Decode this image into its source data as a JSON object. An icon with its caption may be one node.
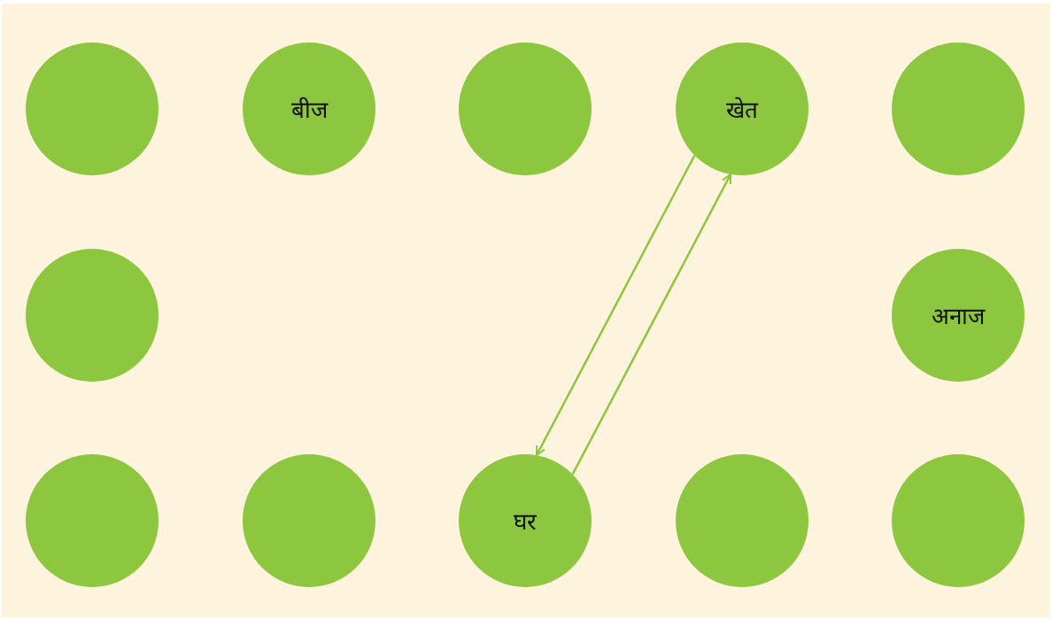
{
  "diagram": {
    "nodes": [
      {
        "text": [],
        "shape": "circle"
      },
      {
        "text": [
          "बीज"
        ]
      },
      {
        "text": [],
        "shape": "circle"
      },
      {
        "text": [
          "खेत"
        ]
      },
      {
        "text": [],
        "shape": "circle"
      },
      {
        "text": [],
        "shape": "circle"
      },
      {
        "text": [
          "अनाज"
        ]
      },
      {
        "text": [],
        "shape": "circle"
      },
      {
        "text": [],
        "shape": "circle"
      },
      {
        "text": [
          "घर"
        ]
      },
      {
        "text": [],
        "shape": "circle"
      },
      {
        "text": [],
        "shape": "circle"
      }
    ],
    "edges": [
      {
        "from": 3,
        "to": 9,
        "arrow": "to"
      },
      {
        "from": 9,
        "to": 3,
        "arrow": "to"
      }
    ]
  }
}
